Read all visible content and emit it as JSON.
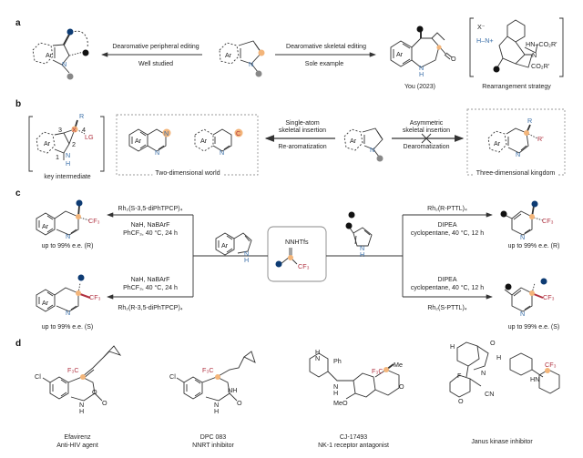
{
  "panels": {
    "a": "a",
    "b": "b",
    "c": "c",
    "d": "d"
  },
  "colors": {
    "navy": "#0d3b73",
    "nitrogen_blue": "#3a6fa8",
    "cf3_red": "#b0303f",
    "highlight_orange": "#f3b57a",
    "grey_dot": "#888888",
    "line": "#333333"
  },
  "section_a": {
    "left_arrow_top": "Dearomative peripheral editing",
    "left_arrow_bottom": "Well studied",
    "right_arrow_top": "Dearomative skeletal editing",
    "right_arrow_bottom": "Sole example",
    "you_label": "You (2023)",
    "rearrangement_label": "Rearrangement strategy",
    "ar": "Ar",
    "n": "N",
    "nh": "N",
    "h": "H",
    "o": "O",
    "x_minus": "X⁻",
    "h_n_plus": "H–N+",
    "hn_co2r": "HN–CO₂R'",
    "n_co2r": "N",
    "co2r": "CO₂R'"
  },
  "section_b": {
    "key_intermediate_label": "key intermediate",
    "two_dim_label": "Two-dimensional world",
    "three_dim_label": "Three-dimensional kingdom",
    "left_arrow_top1": "Single-atom",
    "left_arrow_top2": "skeletal insertion",
    "left_arrow_bottom": "Re-aromatization",
    "right_arrow_top1": "Asymmetric",
    "right_arrow_top2": "skeletal insertion",
    "right_arrow_bottom": "Dearomatization",
    "r": "R",
    "r_prime": "R'",
    "x": "X",
    "lg": "LG",
    "n1": "1",
    "n2": "2",
    "n3": "3",
    "n4": "4",
    "quinazoline_n": "N",
    "pyridine_c": "C"
  },
  "section_c": {
    "reagent_top": "NNHTfs",
    "reagent_cf3": "CF₃",
    "top_left_catalyst": "Rh₂(S-3,5-diPhTPCP)₄",
    "top_left_cond1": "NaH, NaBArF",
    "top_left_cond2": "PhCF₃, 40 °C, 24 h",
    "top_left_ee": "up to 99% e.e. (R)",
    "bottom_left_cond1": "NaH, NaBArF",
    "bottom_left_cond2": "PhCF₃, 40 °C, 24 h",
    "bottom_left_catalyst": "Rh₂(R-3,5-diPhTPCP)₄",
    "bottom_left_ee": "up to 99% e.e. (S)",
    "top_right_catalyst": "Rh₂(R-PTTL)₄",
    "top_right_cond1": "DIPEA",
    "top_right_cond2": "cyclopentane, 40 °C, 12 h",
    "top_right_ee": "up to 99% e.e. (R)",
    "bottom_right_cond1": "DIPEA",
    "bottom_right_cond2": "cyclopentane, 40 °C, 12 h",
    "bottom_right_catalyst": "Rh₂(S-PTTL)₄",
    "bottom_right_ee": "up to 99% e.e. (S)",
    "cf3": "CF₃",
    "n": "N",
    "nh": "N",
    "h": "H",
    "ar": "Ar"
  },
  "section_d": {
    "drugs": [
      {
        "name": "Efavirenz",
        "desc": "Anti-HIV agent"
      },
      {
        "name": "DPC 083",
        "desc": "NNRT inhibitor"
      },
      {
        "name": "CJ-17493",
        "desc": "NK-1 receptor antagonist"
      },
      {
        "name": "Janus kinase inhibitor",
        "desc": ""
      }
    ],
    "f3c": "F₃C",
    "cf3": "CF₃",
    "cl": "Cl",
    "o": "O",
    "nh": "NH",
    "n": "N",
    "h": "H",
    "me": "Me",
    "meo": "MeO",
    "ph": "Ph",
    "hn": "HN",
    "f": "F",
    "cn": "CN"
  }
}
